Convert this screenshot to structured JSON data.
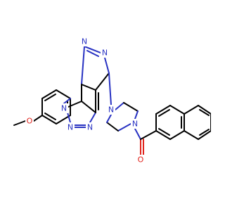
{
  "colors": {
    "bond": "#000000",
    "nitrogen": "#2832c2",
    "oxygen": "#e0231c",
    "background": "#ffffff"
  },
  "atom_labels": {
    "n_pyr_1": "N",
    "n_pyr_3": "N",
    "n_tri_1": "N",
    "n_tri_2": "N",
    "n_tri_3": "N",
    "n_pip_1": "N",
    "n_pip_4": "N",
    "o_methoxy": "O",
    "o_carbonyl": "O"
  }
}
